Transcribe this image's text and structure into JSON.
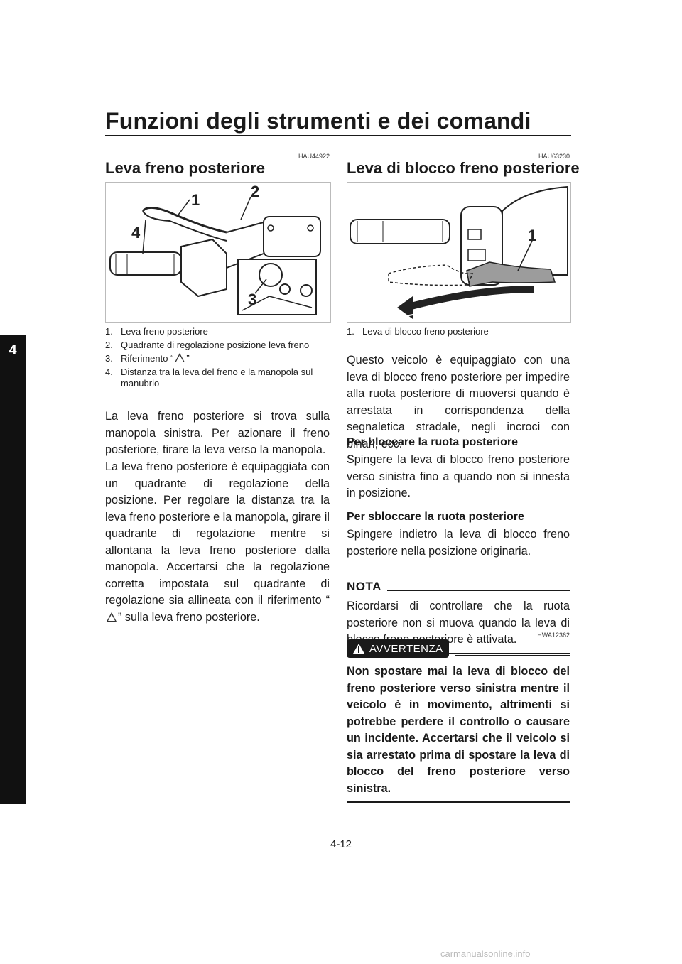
{
  "header": {
    "title": "Funzioni degli strumenti e dei comandi",
    "chapter": "4"
  },
  "left": {
    "code": "HAU44922",
    "title": "Leva freno posteriore",
    "figure_labels": [
      "1",
      "2",
      "3",
      "4"
    ],
    "captions": [
      {
        "n": "1.",
        "text": "Leva freno posteriore"
      },
      {
        "n": "2.",
        "text": "Quadrante di regolazione posizione leva freno"
      },
      {
        "n": "3.",
        "text_before": "Riferimento “",
        "text_after": "”"
      },
      {
        "n": "4.",
        "text": "Distanza tra la leva del freno e la manopola sul manubrio"
      }
    ],
    "paragraph1": "La leva freno posteriore si trova sulla manopola sinistra. Per azionare il freno posteriore, tirare la leva verso la manopola.",
    "paragraph2_before": "La leva freno posteriore è equipaggiata con un quadrante di regolazione della posizione. Per regolare la distanza tra la leva freno posteriore e la manopola, girare il quadrante di regolazione mentre si allontana la leva freno posteriore dalla manopola. Accertarsi che la regolazione corretta impostata sul quadrante di regolazione sia allineata con il riferimento “",
    "paragraph2_after": "” sulla leva freno posteriore."
  },
  "right": {
    "code": "HAU63230",
    "title": "Leva di blocco freno posteriore",
    "figure_label": "1",
    "caption": {
      "n": "1.",
      "text": "Leva di blocco freno posteriore"
    },
    "intro": "Questo veicolo è equipaggiato con una leva di blocco freno posteriore per impedire alla ruota posteriore di muoversi quando è arrestata in corrispondenza della segnaletica stradale, negli incroci con binari, ecc.",
    "lock_title": "Per bloccare la ruota posteriore",
    "lock_text": "Spingere la leva di blocco freno posteriore verso sinistra fino a quando non si innesta in posizione.",
    "unlock_title": "Per sbloccare la ruota posteriore",
    "unlock_text": "Spingere indietro la leva di blocco freno posteriore nella posizione originaria.",
    "nota_label": "NOTA",
    "nota_text": "Ricordarsi di controllare che la ruota posteriore non si muova quando la leva di blocco freno posteriore è attivata.",
    "warning_code": "HWA12362",
    "warning_label": "AVVERTENZA",
    "warning_text": "Non spostare mai la leva di blocco del freno posteriore verso sinistra mentre il veicolo è in movimento, altrimenti si potrebbe perdere il controllo o causare un incidente. Accertarsi che il veicolo si sia arrestato prima di spostare la leva di blocco del freno posteriore verso sinistra."
  },
  "footer": {
    "page": "4-12",
    "watermark": "carmanualsonline.info"
  }
}
